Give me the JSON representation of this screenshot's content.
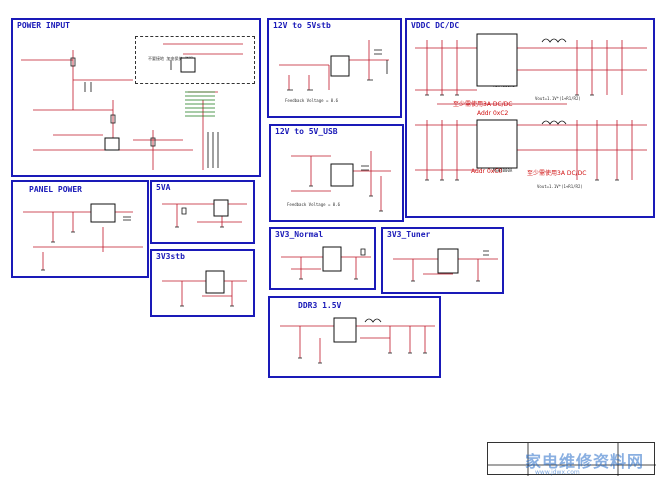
{
  "blocks": {
    "power_input": {
      "title": "POWER INPUT",
      "note": "不要接地 加电保护 说明"
    },
    "twelve_5vstb": {
      "title": "12V to 5Vstb",
      "footnote": "Feedback Voltage = 0.6"
    },
    "vddc": {
      "title": "VDDC DC/DC",
      "ic_top": "MSH4000A1",
      "ic_bottom": "MSH4000A",
      "addr_top": "Addr 0xC2",
      "addr_bottom": "Addr 0xC0",
      "warn_top": "至少需使用3A DC/DC",
      "warn_bottom": "至少需使用3A DC/DC",
      "vout_top": "Vout=1.1V*(1+R1/R2)",
      "vout_bottom": "Vout=1.1V*(1+R1/R2)"
    },
    "twelve_5v_usb": {
      "title": "12V to 5V_USB",
      "footnote": "Feedback Voltage = 0.6"
    },
    "panel_power": {
      "title": "PANEL POWER"
    },
    "five_va": {
      "title": "5VA"
    },
    "three_v3_stb": {
      "title": "3V3stb"
    },
    "three_v3_normal": {
      "title": "3V3_Normal"
    },
    "three_v3_tuner": {
      "title": "3V3_Tuner"
    },
    "ddr3": {
      "title": "DDR3 1.5V"
    }
  },
  "watermark": {
    "main": "家电维修资料网",
    "sub": "www.jdwx.com"
  },
  "colors": {
    "border": "#1a1ab8",
    "wire": "#c0182a",
    "component": "#111111",
    "net": "#1a7a1a",
    "watermark": "#2f6ec8"
  }
}
